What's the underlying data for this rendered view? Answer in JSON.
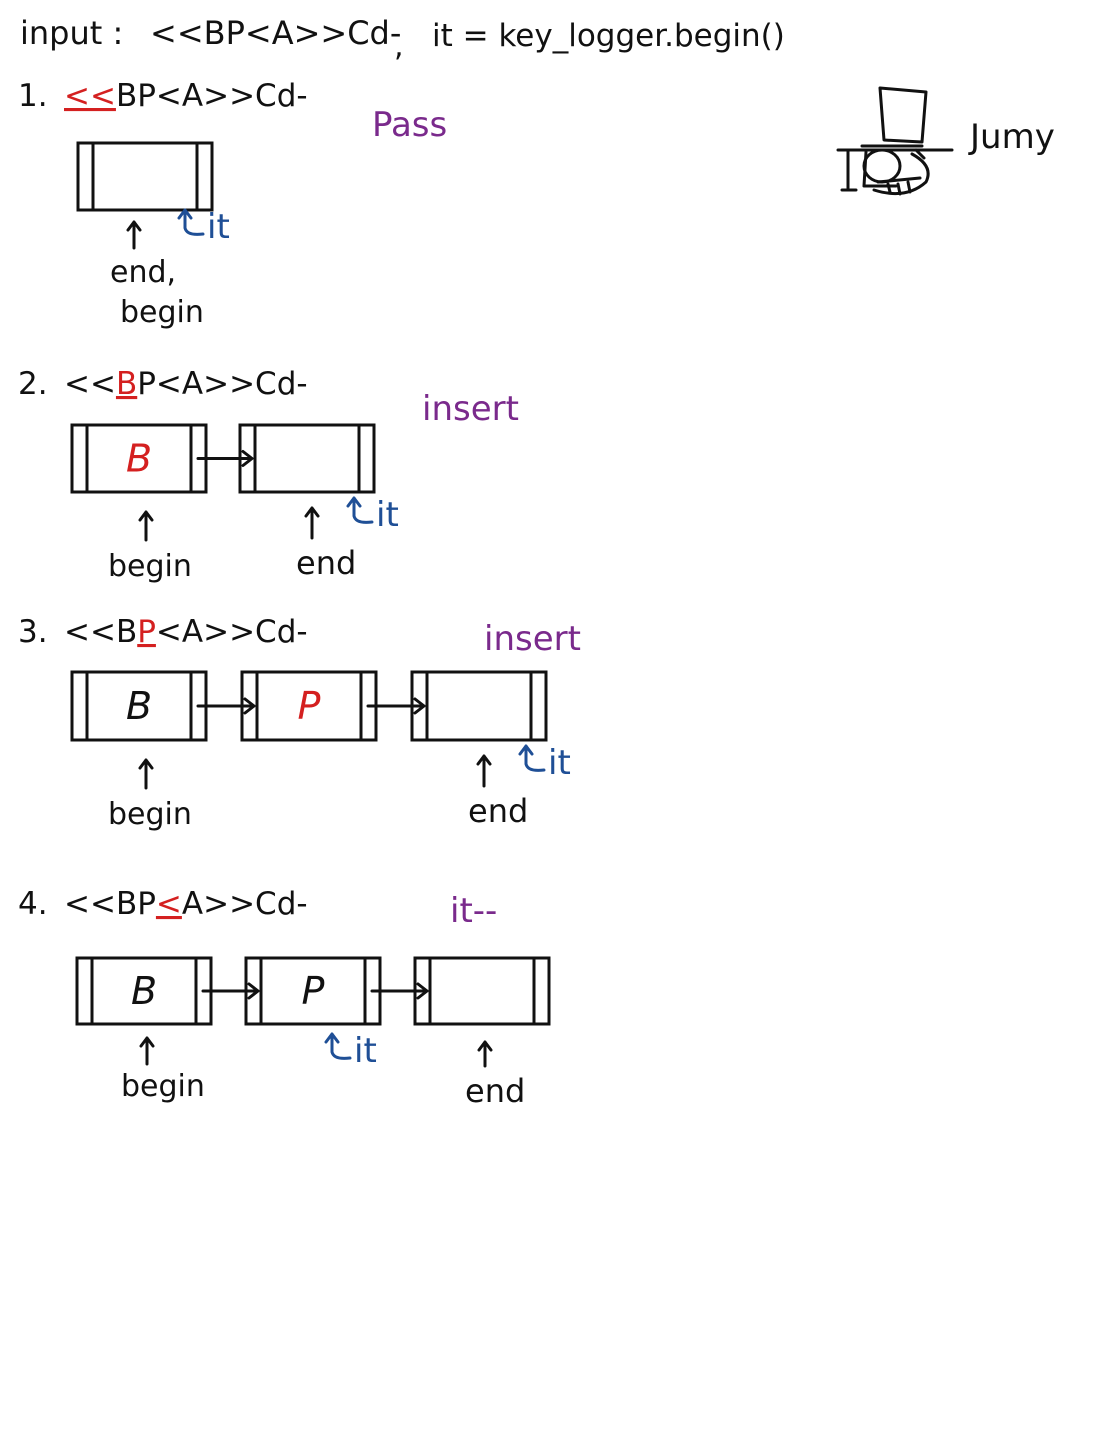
{
  "header": {
    "input_label": "input :",
    "input_string": "<<BP<A>>Cd-",
    "separator": ",",
    "init_code": "it = key_logger.begin()"
  },
  "signature": "Jumy",
  "colors": {
    "ink": "#111111",
    "highlight": "#d42020",
    "operation": "#7a2a8c",
    "iterator": "#1f4f96"
  },
  "steps": [
    {
      "number": "1.",
      "prefix": "",
      "highlight": "<<",
      "suffix": "BP<A>>Cd-",
      "operation": "Pass",
      "nodes": [
        {
          "value": "",
          "highlight": false
        }
      ],
      "begin_label": "begin",
      "end_label": "end,",
      "it_label": "it"
    },
    {
      "number": "2.",
      "prefix": "<<",
      "highlight": "B",
      "suffix": "P<A>>Cd-",
      "operation": "insert",
      "nodes": [
        {
          "value": "B",
          "highlight": true
        },
        {
          "value": "",
          "highlight": false
        }
      ],
      "begin_label": "begin",
      "end_label": "end",
      "it_label": "it"
    },
    {
      "number": "3.",
      "prefix": "<<B",
      "highlight": "P",
      "suffix": "<A>>Cd-",
      "operation": "insert",
      "nodes": [
        {
          "value": "B",
          "highlight": false
        },
        {
          "value": "P",
          "highlight": true
        },
        {
          "value": "",
          "highlight": false
        }
      ],
      "begin_label": "begin",
      "end_label": "end",
      "it_label": "it"
    },
    {
      "number": "4.",
      "prefix": "<<BP",
      "highlight": "<",
      "suffix": "A>>Cd-",
      "operation": "it--",
      "nodes": [
        {
          "value": "B",
          "highlight": false
        },
        {
          "value": "P",
          "highlight": false
        },
        {
          "value": "",
          "highlight": false
        }
      ],
      "begin_label": "begin",
      "end_label": "end",
      "it_label": "it"
    }
  ]
}
